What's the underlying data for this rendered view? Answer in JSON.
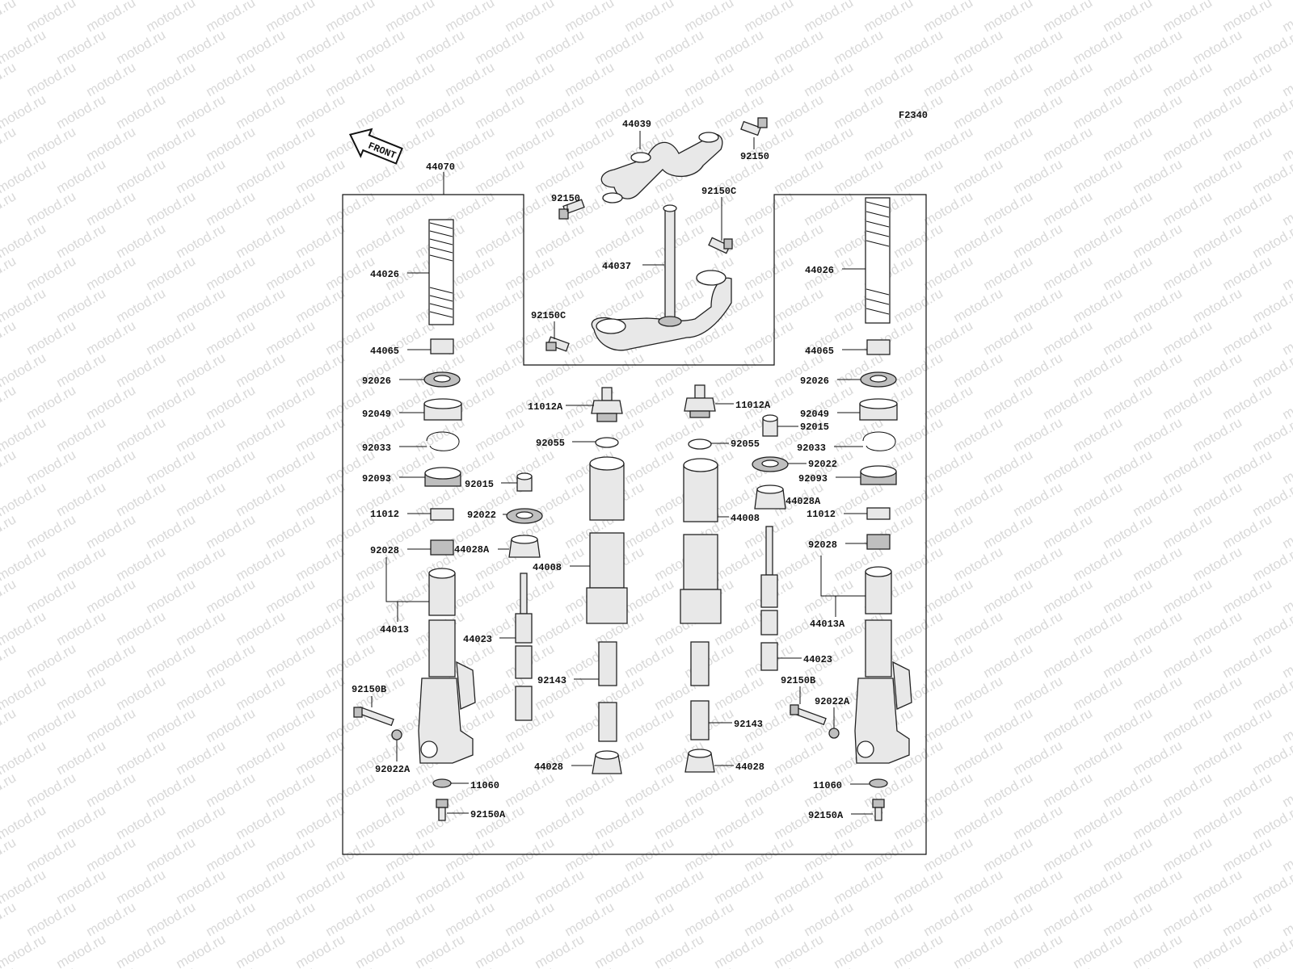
{
  "watermark": {
    "text": "motod.ru",
    "color": "#d9d9d9"
  },
  "figure_code": "F2340",
  "front_label": "FRONT",
  "callouts": {
    "c44039": "44039",
    "c92150_top": "92150",
    "c92150_mid": "92150",
    "c92150C_r": "92150C",
    "c44037": "44037",
    "c92150C_l": "92150C",
    "c44070": "44070",
    "L44026": "44026",
    "L44065": "44065",
    "L92026": "92026",
    "L92049": "92049",
    "L92033": "92033",
    "L92093": "92093",
    "L92015": "92015",
    "L11012": "11012",
    "L92022": "92022",
    "L92028": "92028",
    "L44028A": "44028A",
    "L44013": "44013",
    "L44023": "44023",
    "L92150B": "92150B",
    "L92022A": "92022A",
    "L11060": "11060",
    "L92150A": "92150A",
    "L11012A": "11012A",
    "L92055": "92055",
    "L44008": "44008",
    "L92143": "92143",
    "L44028": "44028",
    "R11012A": "11012A",
    "R92055": "92055",
    "R92015": "92015",
    "R44028A": "44028A",
    "R44008": "44008",
    "R92143": "92143",
    "R44028": "44028",
    "R44023": "44023",
    "R92150B": "92150B",
    "R44026": "44026",
    "R44065": "44065",
    "R92026": "92026",
    "R92049": "92049",
    "R92033": "92033",
    "R92022": "92022",
    "R92093": "92093",
    "R11012": "11012",
    "R92028": "92028",
    "R44013A": "44013A",
    "R92022A": "92022A",
    "R11060": "11060",
    "R92150A": "92150A"
  }
}
